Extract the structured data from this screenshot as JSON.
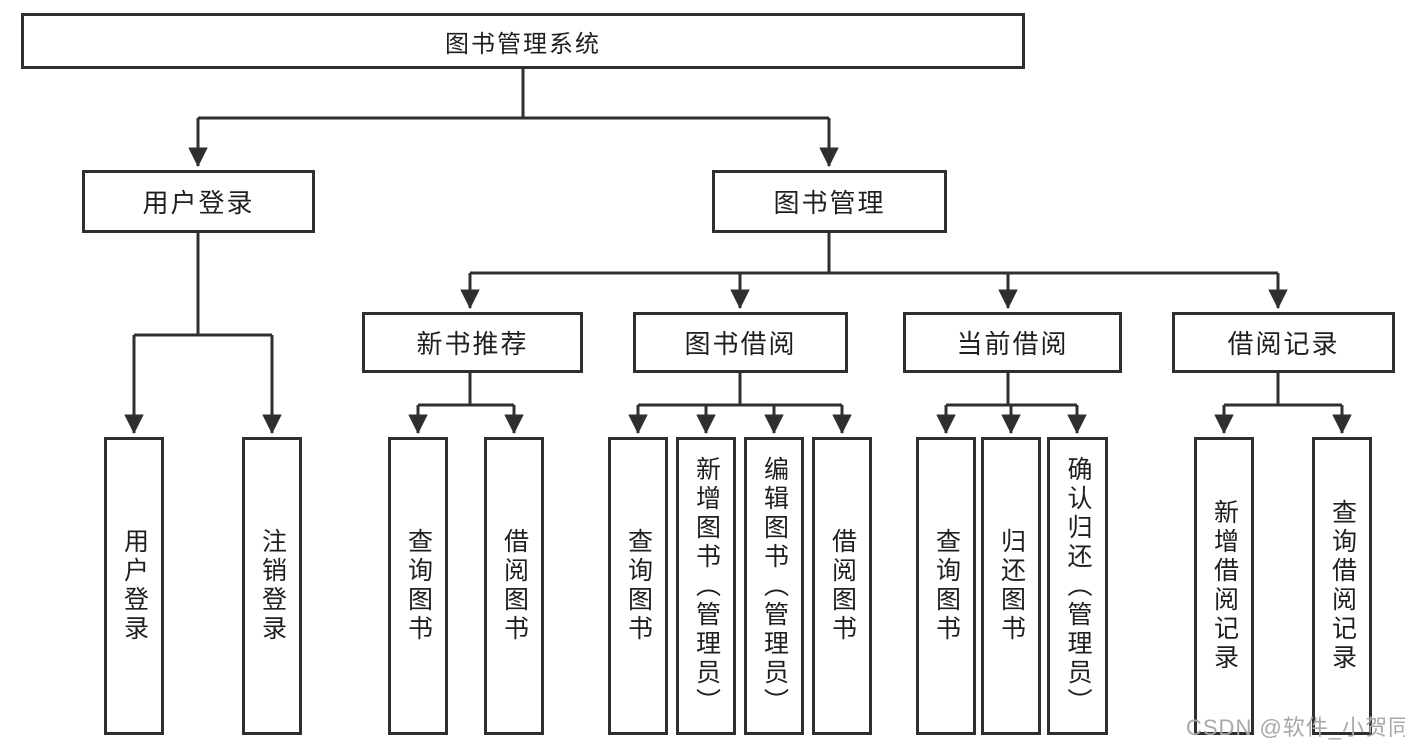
{
  "diagram": {
    "root": {
      "label": "图书管理系统"
    },
    "branches": [
      {
        "label": "用户登录",
        "children": [
          "用户登录",
          "注销登录"
        ]
      },
      {
        "label": "图书管理",
        "groups": [
          {
            "label": "新书推荐",
            "children": [
              "查询图书",
              "借阅图书"
            ]
          },
          {
            "label": "图书借阅",
            "children": [
              "查询图书",
              "新增图书（管理员）",
              "编辑图书（管理员）",
              "借阅图书"
            ]
          },
          {
            "label": "当前借阅",
            "children": [
              "查询图书",
              "归还图书",
              "确认归还（管理员）"
            ]
          },
          {
            "label": "借阅记录",
            "children": [
              "新增借阅记录",
              "查询借阅记录"
            ]
          }
        ]
      }
    ],
    "colors": {
      "line": "#2f2f2f",
      "text": "#1f1f1f",
      "box_background": "#ffffff",
      "watermark": "#a8a8a8"
    }
  },
  "watermark": {
    "text": "CSDN @软件_小贺同学"
  }
}
